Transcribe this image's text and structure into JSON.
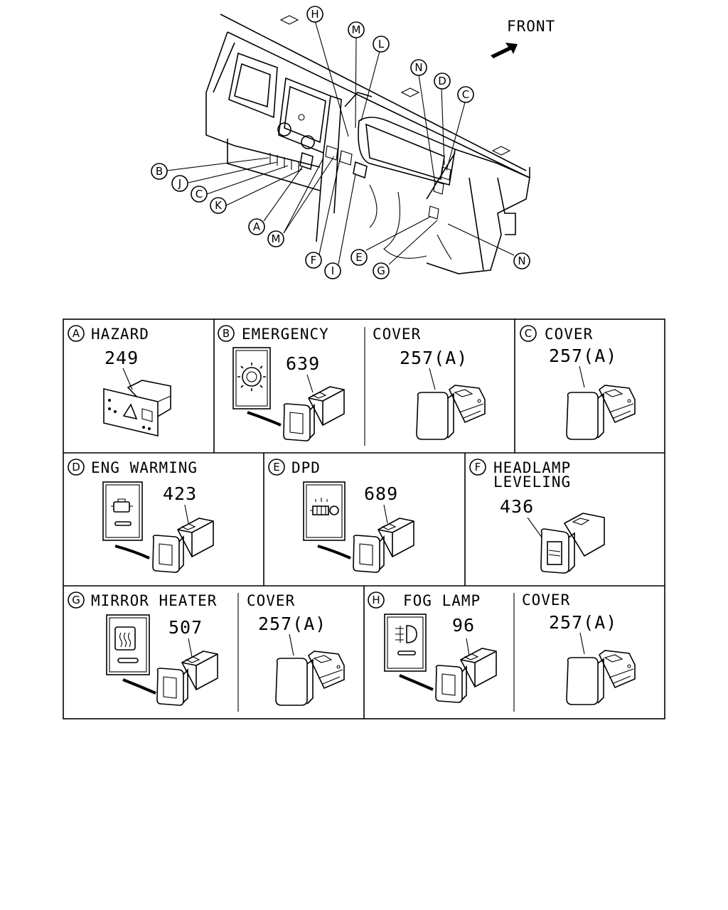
{
  "front_label": "FRONT",
  "overview_callouts": [
    "H",
    "M",
    "L",
    "N",
    "D",
    "C",
    "B",
    "J",
    "C",
    "K",
    "A",
    "M",
    "F",
    "I",
    "E",
    "G",
    "N"
  ],
  "panels": [
    {
      "letter": "A",
      "title": "HAZARD",
      "part": "249"
    },
    {
      "letter": "B",
      "title": "EMERGENCY",
      "part": "639"
    },
    {
      "letter": "",
      "title": "COVER",
      "part": "257(A)"
    },
    {
      "letter": "C",
      "title": "COVER",
      "part": "257(A)"
    },
    {
      "letter": "D",
      "title": "ENG WARMING",
      "part": "423"
    },
    {
      "letter": "E",
      "title": "DPD",
      "part": "689"
    },
    {
      "letter": "F",
      "title": "HEADLAMP",
      "title2": "LEVELING",
      "part": "436"
    },
    {
      "letter": "G",
      "title": "MIRROR HEATER",
      "part": "507"
    },
    {
      "letter": "",
      "title": "COVER",
      "part": "257(A)"
    },
    {
      "letter": "H",
      "title": "FOG LAMP",
      "part": "96"
    },
    {
      "letter": "",
      "title": "COVER",
      "part": "257(A)"
    }
  ]
}
